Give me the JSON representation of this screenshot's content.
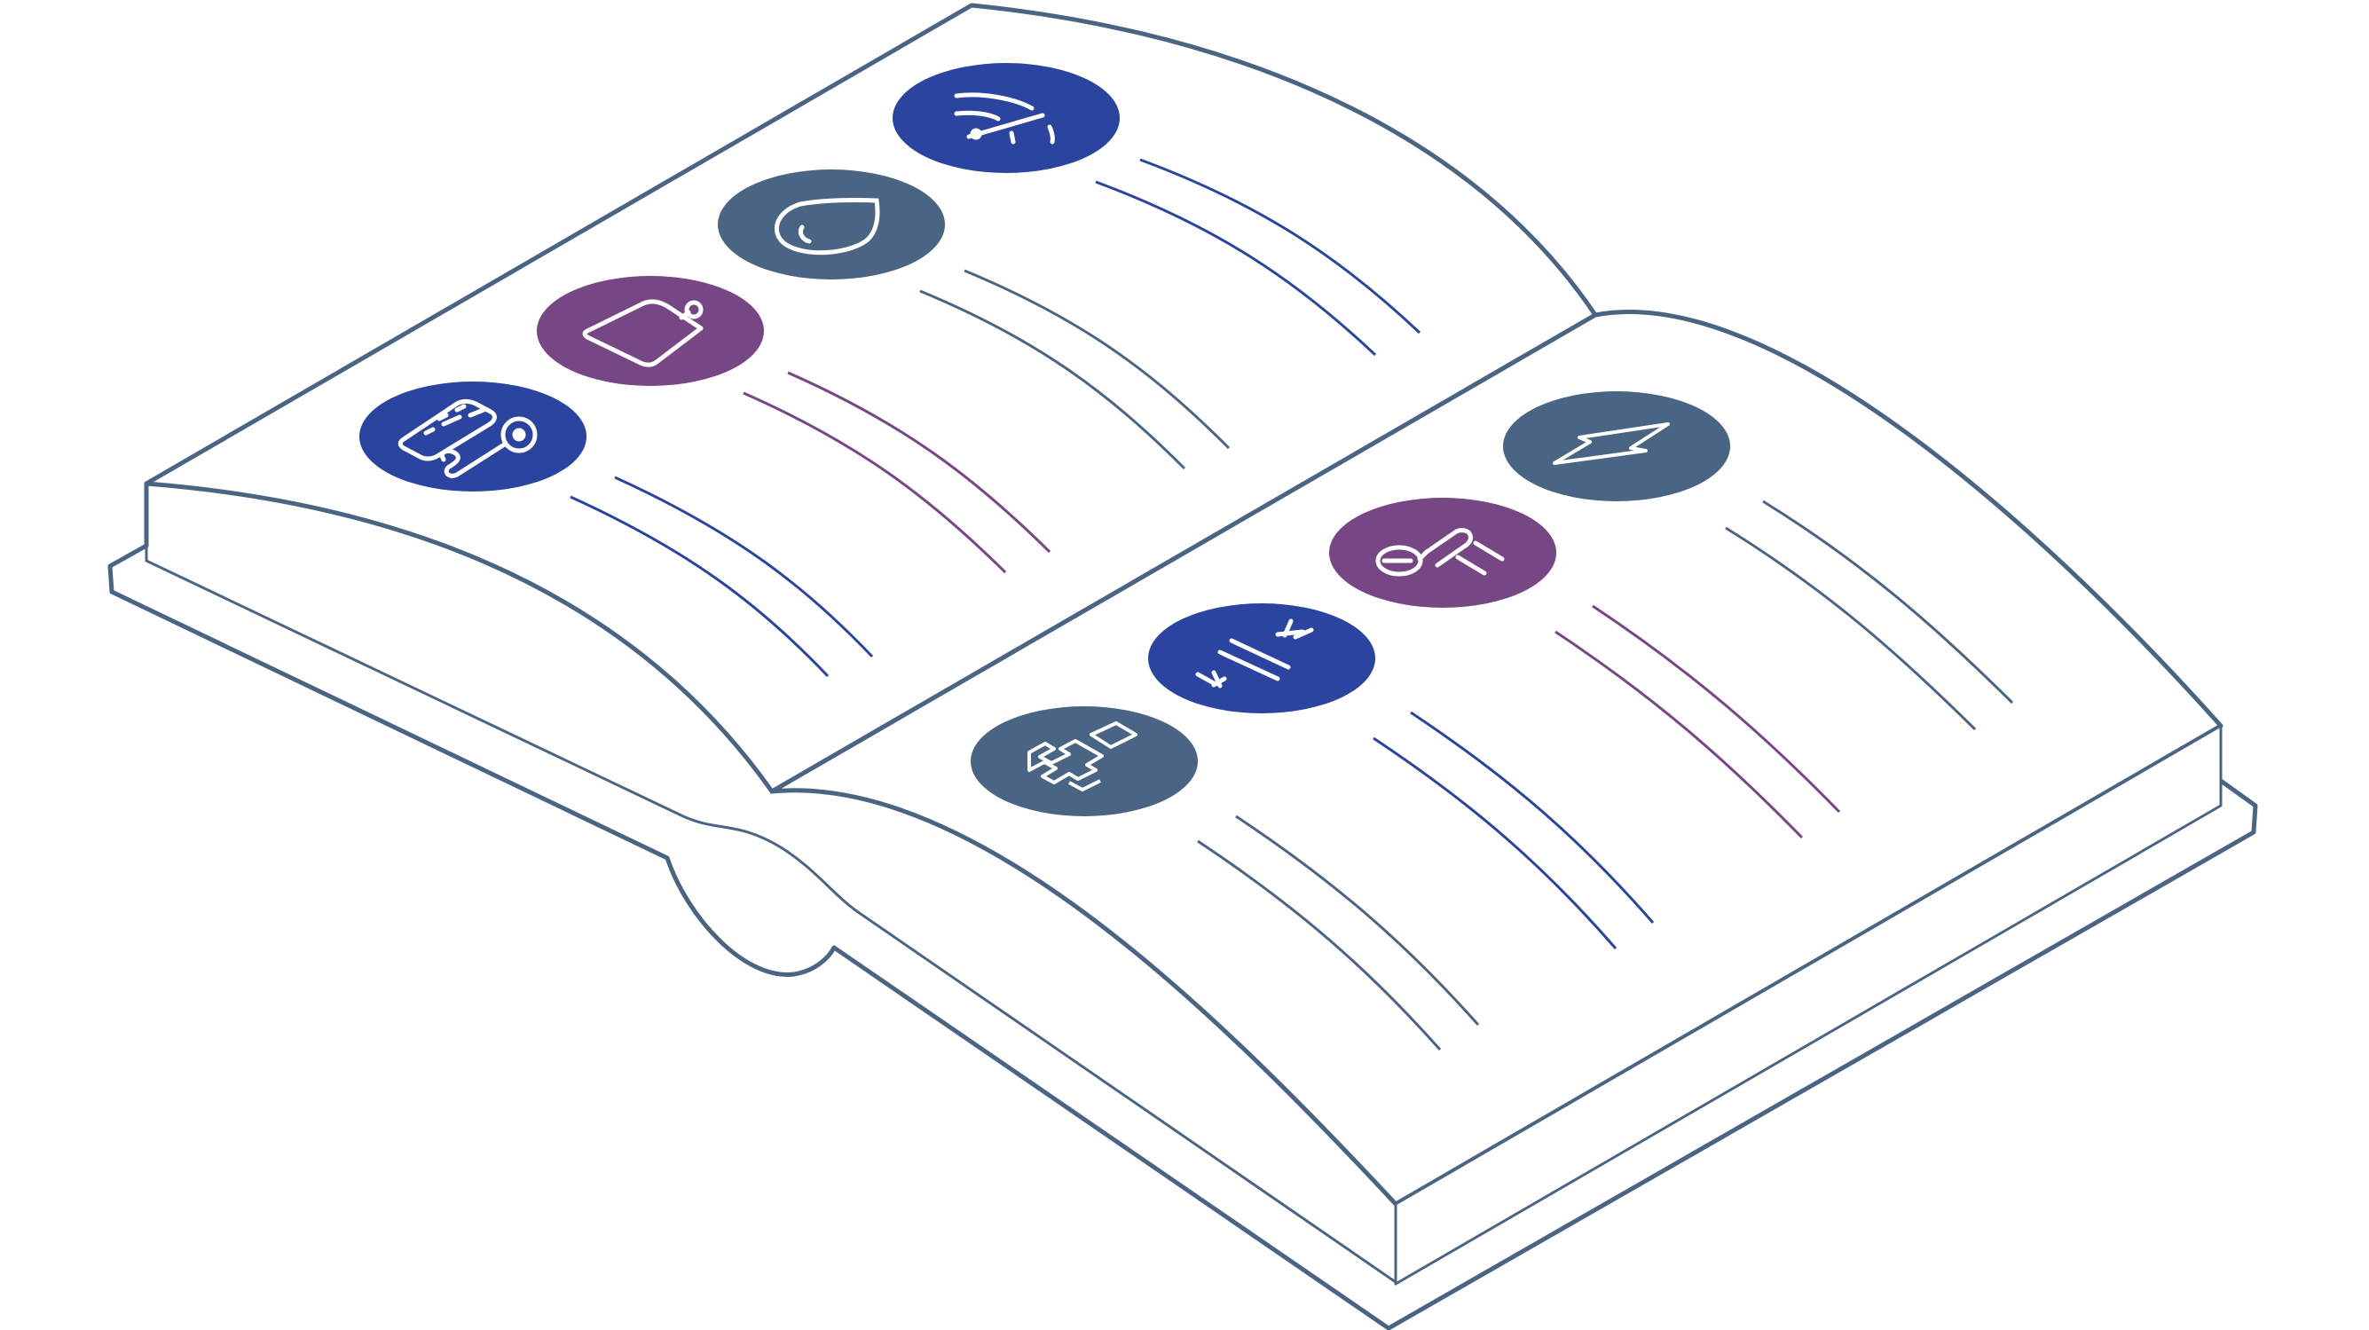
{
  "colors": {
    "outline": "#4a6584",
    "blue": "#2a44a0",
    "slate": "#4a6584",
    "purple": "#764685",
    "page": "#ffffff",
    "icon_stroke": "#ffffff"
  },
  "left_page": {
    "entries": [
      {
        "icon": "gauge-icon",
        "color": "blue"
      },
      {
        "icon": "water-drop-icon",
        "color": "slate"
      },
      {
        "icon": "weight-icon",
        "color": "purple"
      },
      {
        "icon": "key-card-icon",
        "color": "blue"
      }
    ]
  },
  "right_page": {
    "entries": [
      {
        "icon": "lightning-icon",
        "color": "slate"
      },
      {
        "icon": "thermometer-icon",
        "color": "purple"
      },
      {
        "icon": "compression-icon",
        "color": "blue"
      },
      {
        "icon": "structure-icon",
        "color": "slate"
      }
    ]
  }
}
